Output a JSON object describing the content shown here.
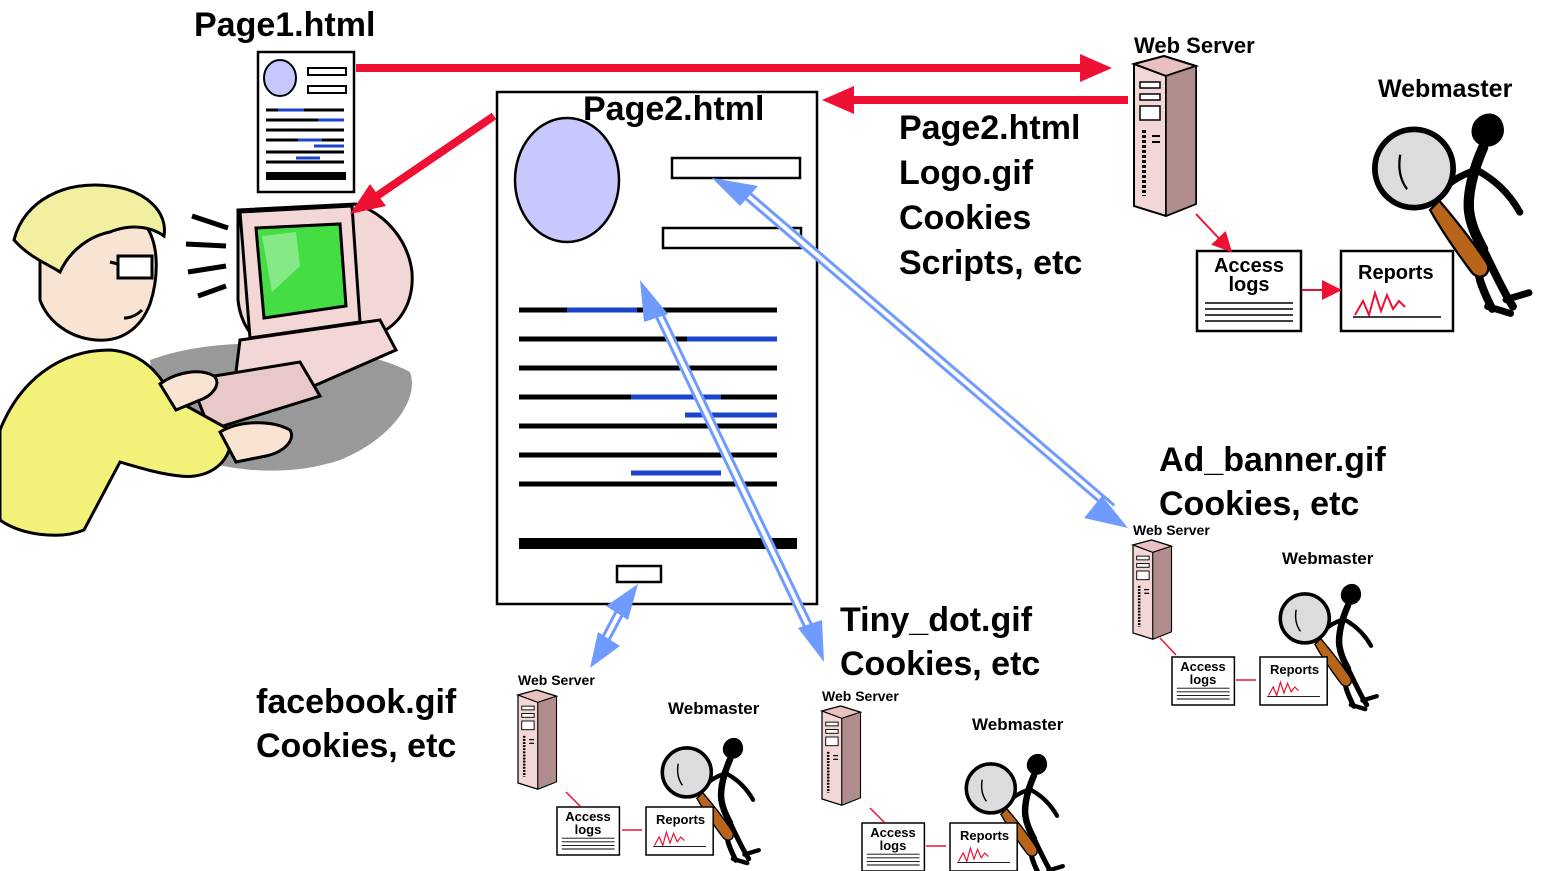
{
  "page1": {
    "title": "Page1.html"
  },
  "page2": {
    "title": "Page2.html"
  },
  "main_server": {
    "server_label": "Web Server",
    "webmaster_label": "Webmaster",
    "access_logs_label": [
      "Access",
      "logs"
    ],
    "reports_label": "Reports",
    "payload": [
      "Page2.html",
      "Logo.gif",
      "Cookies",
      "Scripts, etc"
    ]
  },
  "ad_server": {
    "server_label": "Web Server",
    "webmaster_label": "Webmaster",
    "access_logs_label": [
      "Access",
      "logs"
    ],
    "reports_label": "Reports",
    "payload": [
      "Ad_banner.gif",
      "Cookies, etc"
    ]
  },
  "facebook_server": {
    "server_label": "Web Server",
    "webmaster_label": "Webmaster",
    "access_logs_label": [
      "Access",
      "logs"
    ],
    "reports_label": "Reports",
    "payload": [
      "facebook.gif",
      "Cookies, etc"
    ]
  },
  "tinydot_server": {
    "server_label": "Web Server",
    "webmaster_label": "Webmaster",
    "access_logs_label": [
      "Access",
      "logs"
    ],
    "reports_label": "Reports",
    "payload": [
      "Tiny_dot.gif",
      "Cookies, etc"
    ]
  },
  "colors": {
    "red_arrow": "#ee1133",
    "blue_arrow": "#6f9bff",
    "page_ellipse": "#c8c8ff",
    "text_line_blue": "#1a44cc",
    "screen_green": "#44dd44",
    "shirt_yellow": "#f2f27a",
    "server_pink": "#f3d6d6",
    "magnifier_brown": "#b8641a"
  },
  "icons": [
    "web-page-icon",
    "web-server-icon",
    "user-at-computer-icon",
    "webmaster-magnifier-icon",
    "access-log-document-icon",
    "report-chart-icon"
  ]
}
